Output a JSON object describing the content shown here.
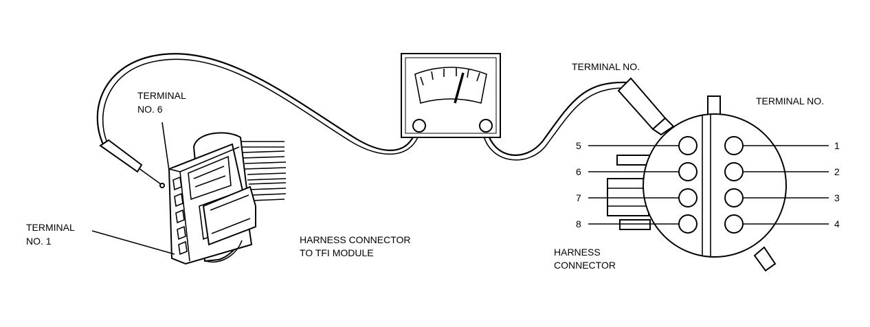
{
  "labels": {
    "left_terminal_6": [
      "TERMINAL",
      "NO. 6"
    ],
    "left_terminal_1": [
      "TERMINAL",
      "NO. 1"
    ],
    "module_connector": [
      "HARNESS CONNECTOR",
      "TO TFI MODULE"
    ],
    "right_probe_terminal": "TERMINAL NO.",
    "right_terminal_no": "TERMINAL NO.",
    "right_connector": [
      "HARNESS",
      "CONNECTOR"
    ]
  },
  "pins_left": [
    "5",
    "6",
    "7",
    "8"
  ],
  "pins_right": [
    "1",
    "2",
    "3",
    "4"
  ]
}
